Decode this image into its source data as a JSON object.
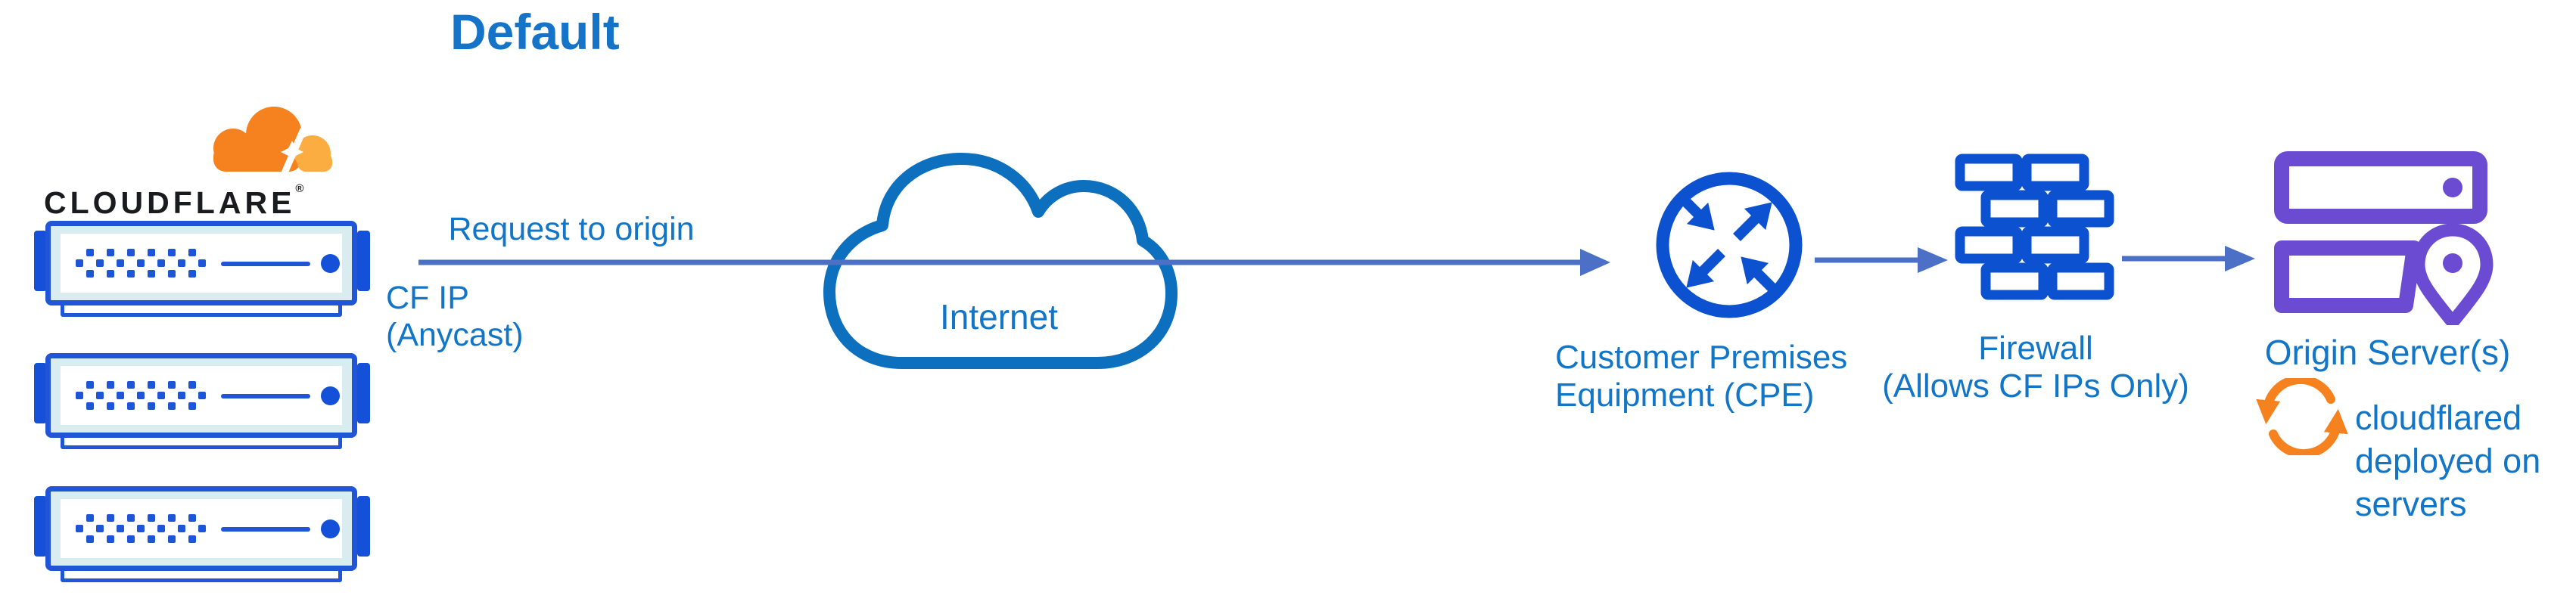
{
  "diagram": {
    "title": "Default",
    "brand": {
      "wordmark": "CLOUDFLARE",
      "registered": "®"
    },
    "labels": {
      "request_to_origin": "Request to origin",
      "cf_ip": "CF IP\n(Anycast)",
      "internet": "Internet",
      "cpe": "Customer Premises\nEquipment (CPE)",
      "firewall": "Firewall\n(Allows CF IPs Only)",
      "origin": "Origin Server(s)",
      "cloudflared": "cloudflared\ndeployed on\nservers"
    },
    "nodes": [
      {
        "id": "cloudflare-edge",
        "icon": "edge-server-icon",
        "count": 3
      },
      {
        "id": "internet",
        "icon": "internet-cloud-icon"
      },
      {
        "id": "cpe",
        "icon": "cpe-router-icon"
      },
      {
        "id": "firewall",
        "icon": "firewall-brick-icon"
      },
      {
        "id": "origin",
        "icon": "origin-server-icon"
      }
    ],
    "icons": {
      "cloudflare-cloud-icon": "orange cloud logo",
      "edge-server-icon": "blue rack server",
      "internet-cloud-icon": "outlined cloud",
      "cpe-router-icon": "circle with four diagonal arrows",
      "firewall-brick-icon": "brick wall",
      "origin-server-icon": "stacked servers with location pin",
      "location-pin-icon": "map pin",
      "sync-arrows-icon": "two circular arrows"
    },
    "colors": {
      "text_blue": "#1175C8",
      "title_blue": "#1573C8",
      "icon_blue": "#0B51D0",
      "server_border_blue": "#2155D8",
      "server_fill": "#D9ECF0",
      "arrow_blue": "#4C70C6",
      "cloud_stroke": "#0C70BE",
      "origin_purple": "#6A4BD2",
      "brand_orange": "#F6821F",
      "brand_orange_light": "#FBAD41",
      "wordmark_dark": "#1A1B1E"
    }
  }
}
